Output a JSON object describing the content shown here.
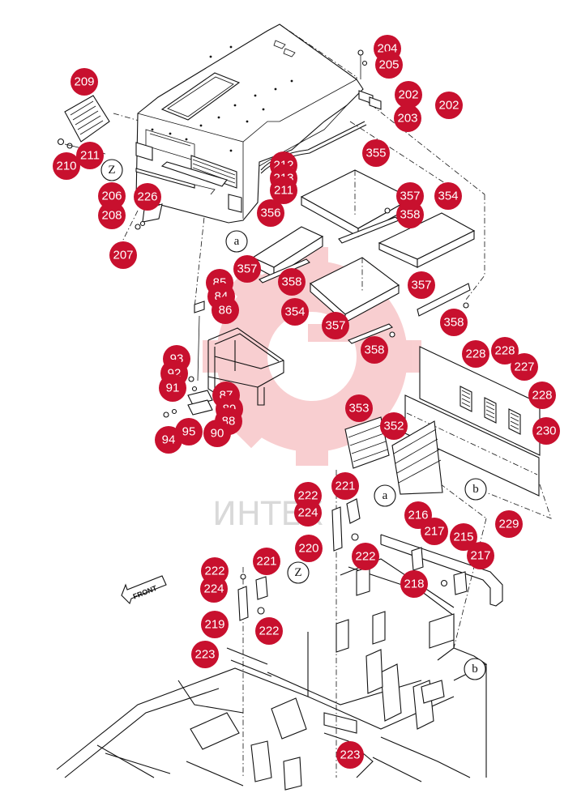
{
  "watermark": {
    "text": "ИНТЕХ",
    "color": "#f3b3b3"
  },
  "direction_label": "FRONT",
  "callout_color": "#c8102e",
  "callouts": [
    "204",
    "205",
    "202",
    "202",
    "203",
    "209",
    "210",
    "211",
    "Z-marker",
    "206",
    "226",
    "208",
    "207",
    "211",
    "355",
    "357",
    "354",
    "358",
    "356",
    "357",
    "358",
    "354",
    "357",
    "358",
    "358",
    "85",
    "84",
    "86",
    "228",
    "228",
    "227",
    "228",
    "92",
    "91",
    "87",
    "88",
    "94",
    "95",
    "90",
    "353",
    "352",
    "230",
    "229",
    "222",
    "221",
    "224",
    "216",
    "217",
    "215",
    "220",
    "222",
    "217",
    "218",
    "222",
    "221",
    "224",
    "219",
    "222",
    "223",
    "223"
  ],
  "callout_labels": {
    "c204": "204",
    "c205": "205",
    "c202a": "202",
    "c202b": "202",
    "c203": "203",
    "c209": "209",
    "c210": "210",
    "c211a": "211",
    "c206": "206",
    "c226": "226",
    "c208": "208",
    "c207": "207",
    "c211b": "211",
    "c212": "212",
    "c213": "213",
    "c355": "355",
    "c357a": "357",
    "c354a": "354",
    "c358a": "358",
    "c356": "356",
    "c357b": "357",
    "c358b": "358",
    "c354b": "354",
    "c357c": "357",
    "c357d": "357",
    "c358c": "358",
    "c358d": "358",
    "c85": "85",
    "c84": "84",
    "c86": "86",
    "c228a": "228",
    "c228b": "228",
    "c227": "227",
    "c228c": "228",
    "c93": "93",
    "c92": "92",
    "c91": "91",
    "c87": "87",
    "c89": "89",
    "c88": "88",
    "c94": "94",
    "c95": "95",
    "c90": "90",
    "c353": "353",
    "c352": "352",
    "c230": "230",
    "c229": "229",
    "c222a": "222",
    "c221a": "221",
    "c224a": "224",
    "c216": "216",
    "c217a": "217",
    "c215": "215",
    "c217b": "217",
    "c220": "220",
    "c222b": "222",
    "c218": "218",
    "c222c": "222",
    "c221b": "221",
    "c224b": "224",
    "c219": "219",
    "c222d": "222",
    "c223a": "223",
    "c223b": "223"
  },
  "reference_markers": {
    "z1": "Z",
    "z2": "Z",
    "a1": "a",
    "a2": "a",
    "b1": "b",
    "b2": "b"
  }
}
